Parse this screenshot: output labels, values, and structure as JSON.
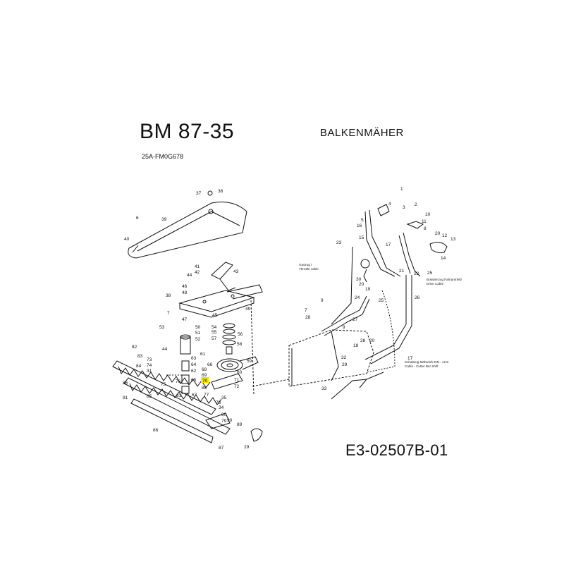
{
  "header": {
    "model": "BM 87-35",
    "product_type": "BALKENMÄHER",
    "serial": "25A-FM0G678"
  },
  "footer": {
    "document_number": "E3-02507B-01"
  },
  "cable_notes": {
    "throttle": [
      "Gaszug /",
      "Throttle cable"
    ],
    "drive": [
      "Bowdenzug Fahrantrieb/",
      "Drive Cable"
    ],
    "cutter": [
      "Schaltzug Mähwerk EIN - AUS",
      "Cable - Cutter Bar Shift"
    ]
  },
  "callouts": [
    {
      "id": "c1",
      "label": "37"
    },
    {
      "id": "c2",
      "label": "38"
    },
    {
      "id": "c3",
      "label": "39"
    },
    {
      "id": "c4",
      "label": "6"
    },
    {
      "id": "c5",
      "label": "40"
    },
    {
      "id": "c6",
      "label": "41"
    },
    {
      "id": "c7",
      "label": "42"
    },
    {
      "id": "c8",
      "label": "44"
    },
    {
      "id": "c9",
      "label": "43"
    },
    {
      "id": "c10",
      "label": "45"
    },
    {
      "id": "c11",
      "label": "38"
    },
    {
      "id": "c12",
      "label": "46"
    },
    {
      "id": "c13",
      "label": "48"
    },
    {
      "id": "c14",
      "label": "49"
    },
    {
      "id": "c15",
      "label": "7"
    },
    {
      "id": "c16",
      "label": "47"
    },
    {
      "id": "c17",
      "label": "53"
    },
    {
      "id": "c18",
      "label": "50"
    },
    {
      "id": "c19",
      "label": "51"
    },
    {
      "id": "c20",
      "label": "52"
    },
    {
      "id": "c21",
      "label": "54"
    },
    {
      "id": "c22",
      "label": "55"
    },
    {
      "id": "c23",
      "label": "56"
    },
    {
      "id": "c24",
      "label": "57"
    },
    {
      "id": "c25",
      "label": "58"
    },
    {
      "id": "c26",
      "label": "44"
    },
    {
      "id": "c27",
      "label": "61"
    },
    {
      "id": "c28",
      "label": "82"
    },
    {
      "id": "c29",
      "label": "83"
    },
    {
      "id": "c30",
      "label": "84"
    },
    {
      "id": "c31",
      "label": "73"
    },
    {
      "id": "c32",
      "label": "74"
    },
    {
      "id": "c33",
      "label": "31"
    },
    {
      "id": "c34",
      "label": "63"
    },
    {
      "id": "c35",
      "label": "64"
    },
    {
      "id": "c36",
      "label": "62"
    },
    {
      "id": "c37",
      "label": "76"
    },
    {
      "id": "c38",
      "label": "75"
    },
    {
      "id": "c39",
      "label": "65"
    },
    {
      "id": "c40",
      "label": "66"
    },
    {
      "id": "c41",
      "label": "68"
    },
    {
      "id": "c42",
      "label": "69"
    },
    {
      "id": "c43",
      "label": "70"
    },
    {
      "id": "c44",
      "label": "59"
    },
    {
      "id": "c45",
      "label": "60"
    },
    {
      "id": "c46",
      "label": "71"
    },
    {
      "id": "c47",
      "label": "72"
    },
    {
      "id": "c48",
      "label": "88"
    },
    {
      "id": "c49",
      "label": "86"
    },
    {
      "id": "c50",
      "label": "81"
    },
    {
      "id": "c51",
      "label": "77"
    },
    {
      "id": "c52",
      "label": "67"
    },
    {
      "id": "c53",
      "label": "35"
    },
    {
      "id": "c54",
      "label": "78"
    },
    {
      "id": "c55",
      "label": "34"
    },
    {
      "id": "c56",
      "label": "80"
    },
    {
      "id": "c57",
      "label": "79"
    },
    {
      "id": "c58",
      "label": "85"
    },
    {
      "id": "c59",
      "label": "91"
    },
    {
      "id": "c60",
      "label": "90"
    },
    {
      "id": "c61",
      "label": "89"
    },
    {
      "id": "c62",
      "label": "86"
    },
    {
      "id": "c63",
      "label": "87"
    },
    {
      "id": "c64",
      "label": "29"
    },
    {
      "id": "c65",
      "label": "1"
    },
    {
      "id": "c66",
      "label": "4"
    },
    {
      "id": "c67",
      "label": "3"
    },
    {
      "id": "c68",
      "label": "2"
    },
    {
      "id": "c69",
      "label": "5"
    },
    {
      "id": "c70",
      "label": "16"
    },
    {
      "id": "c71",
      "label": "10"
    },
    {
      "id": "c72",
      "label": "11"
    },
    {
      "id": "c73",
      "label": "8"
    },
    {
      "id": "c74",
      "label": "20"
    },
    {
      "id": "c75",
      "label": "12"
    },
    {
      "id": "c76",
      "label": "13"
    },
    {
      "id": "c77",
      "label": "23"
    },
    {
      "id": "c78",
      "label": "15"
    },
    {
      "id": "c79",
      "label": "17"
    },
    {
      "id": "c80",
      "label": "14"
    },
    {
      "id": "c81",
      "label": "21"
    },
    {
      "id": "c82",
      "label": "22"
    },
    {
      "id": "c83",
      "label": "25"
    },
    {
      "id": "c84",
      "label": "30"
    },
    {
      "id": "c85",
      "label": "20"
    },
    {
      "id": "c86",
      "label": "19"
    },
    {
      "id": "c87",
      "label": "9"
    },
    {
      "id": "c88",
      "label": "24"
    },
    {
      "id": "c89",
      "label": "25"
    },
    {
      "id": "c90",
      "label": "26"
    },
    {
      "id": "c91",
      "label": "7"
    },
    {
      "id": "c92",
      "label": "28"
    },
    {
      "id": "c93",
      "label": "27"
    },
    {
      "id": "c94",
      "label": "9"
    },
    {
      "id": "c95",
      "label": "28"
    },
    {
      "id": "c96",
      "label": "20"
    },
    {
      "id": "c97",
      "label": "18"
    },
    {
      "id": "c98",
      "label": "32"
    },
    {
      "id": "c99",
      "label": "29"
    },
    {
      "id": "c100",
      "label": "17"
    },
    {
      "id": "c101",
      "label": "33"
    }
  ],
  "colors": {
    "ink": "#111111",
    "highlight": "#f6e600"
  }
}
